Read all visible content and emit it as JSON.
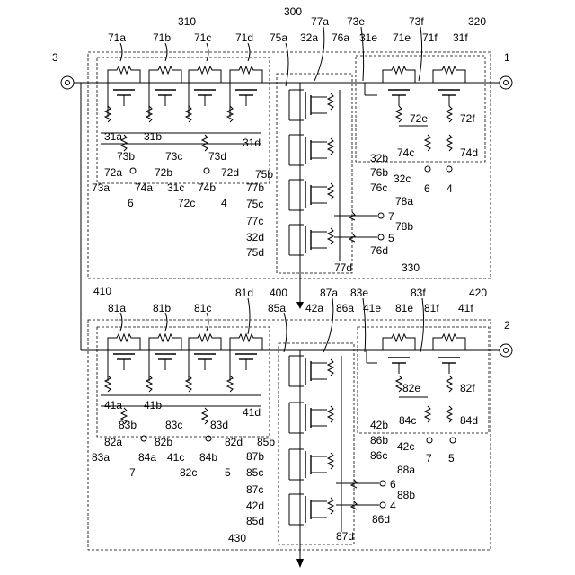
{
  "figure": {
    "terminals": {
      "t3": "3",
      "t1": "1",
      "t2": "2"
    },
    "blocks": {
      "b310": "310",
      "b300": "300",
      "b320": "320",
      "b330": "330",
      "b410": "410",
      "b400": "400",
      "b420": "420",
      "b430": "430"
    },
    "upper": {
      "l71a": "71a",
      "l71b": "71b",
      "l71c": "71c",
      "l71d": "71d",
      "l75a": "75a",
      "l32a": "32a",
      "l77a": "77a",
      "l76a": "76a",
      "l73e": "73e",
      "l31e": "31e",
      "l71e": "71e",
      "l73f": "73f",
      "l71f": "71f",
      "l31f": "31f",
      "l72e": "72e",
      "l72f": "72f",
      "l74c": "74c",
      "l74d": "74d",
      "l6r": "6",
      "l4r": "4",
      "l31a": "31a",
      "l31b": "31b",
      "l31d": "31d",
      "l73b": "73b",
      "l73c": "73c",
      "l73d": "73d",
      "l72a": "72a",
      "l72b": "72b",
      "l72d": "72d",
      "l73a": "73a",
      "l74a": "74a",
      "l31c": "31c",
      "l74b": "74b",
      "l6b": "6",
      "l72c": "72c",
      "l4b": "4",
      "l32b": "32b",
      "l75b": "75b",
      "l76b": "76b",
      "l32c": "32c",
      "l77b": "77b",
      "l76c": "76c",
      "l75c": "75c",
      "l78a": "78a",
      "l7": "7",
      "l77c": "77c",
      "l78b": "78b",
      "l32d": "32d",
      "l5": "5",
      "l75d": "75d",
      "l76d": "76d",
      "l77d": "77d"
    },
    "lower": {
      "l81a": "81a",
      "l81b": "81b",
      "l81c": "81c",
      "l81d": "81d",
      "l85a": "85a",
      "l42a": "42a",
      "l87a": "87a",
      "l86a": "86a",
      "l83e": "83e",
      "l41e": "41e",
      "l81e": "81e",
      "l83f": "83f",
      "l81f": "81f",
      "l41f": "41f",
      "l82e": "82e",
      "l82f": "82f",
      "l84c": "84c",
      "l84d": "84d",
      "l7r": "7",
      "l5r": "5",
      "l41a": "41a",
      "l41b": "41b",
      "l41d": "41d",
      "l83b": "83b",
      "l83c": "83c",
      "l83d": "83d",
      "l82a": "82a",
      "l82b": "82b",
      "l82d": "82d",
      "l83a": "83a",
      "l84a": "84a",
      "l41c": "41c",
      "l84b": "84b",
      "l7b": "7",
      "l82c": "82c",
      "l5b": "5",
      "l42b": "42b",
      "l85b": "85b",
      "l86b": "86b",
      "l42c": "42c",
      "l87b": "87b",
      "l86c": "86c",
      "l85c": "85c",
      "l88a": "88a",
      "l6": "6",
      "l87c": "87c",
      "l88b": "88b",
      "l42d": "42d",
      "l4": "4",
      "l85d": "85d",
      "l86d": "86d",
      "l87d": "87d"
    }
  }
}
